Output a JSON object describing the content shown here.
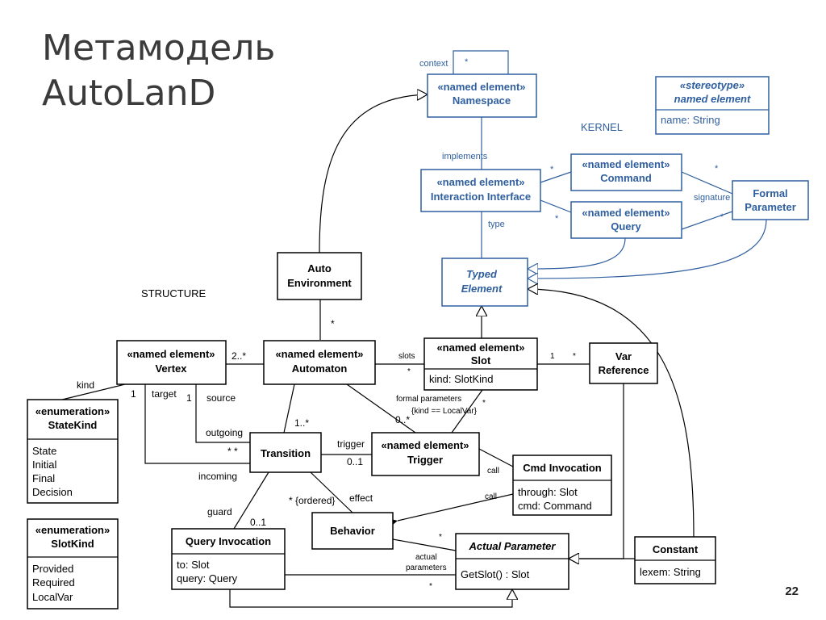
{
  "title_lines": [
    "Метамодель",
    "AutoLanD"
  ],
  "page_number": "22",
  "section_labels": {
    "kernel": "KERNEL",
    "structure": "STRUCTURE"
  },
  "stereotype_box": {
    "header_line1": "«stereotype»",
    "header_line2": "named element",
    "attribute": "name: String"
  },
  "classes": {
    "namespace": {
      "stereotype": "«named element»",
      "name": "Namespace"
    },
    "interaction_interface": {
      "stereotype": "«named element»",
      "name": "Interaction Interface"
    },
    "command": {
      "stereotype": "«named element»",
      "name": "Command"
    },
    "query": {
      "stereotype": "«named element»",
      "name": "Query"
    },
    "formal_parameter": {
      "line1": "Formal",
      "line2": "Parameter"
    },
    "typed_element": {
      "line1": "Typed",
      "line2": "Element"
    },
    "auto_environment": {
      "line1": "Auto",
      "line2": "Environment"
    },
    "vertex": {
      "stereotype": "«named element»",
      "name": "Vertex"
    },
    "automaton": {
      "stereotype": "«named element»",
      "name": "Automaton"
    },
    "slot": {
      "stereotype": "«named element»",
      "name": "Slot",
      "attribute": "kind: SlotKind"
    },
    "var_reference": {
      "line1": "Var",
      "line2": "Reference"
    },
    "state_kind": {
      "stereotype": "«enumeration»",
      "name": "StateKind",
      "literals": [
        "State",
        "Initial",
        "Final",
        "Decision"
      ]
    },
    "slot_kind": {
      "stereotype": "«enumeration»",
      "name": "SlotKind",
      "literals": [
        "Provided",
        "Required",
        "LocalVar"
      ]
    },
    "transition": {
      "name": "Transition"
    },
    "trigger": {
      "stereotype": "«named element»",
      "name": "Trigger"
    },
    "cmd_invocation": {
      "name": "Cmd Invocation",
      "attributes": [
        "through: Slot",
        "cmd: Command"
      ]
    },
    "behavior": {
      "name": "Behavior"
    },
    "query_invocation": {
      "name": "Query Invocation",
      "attributes": [
        "to: Slot",
        "query: Query"
      ]
    },
    "actual_parameter": {
      "name": "Actual Parameter",
      "operation": "GetSlot() : Slot"
    },
    "constant": {
      "name": "Constant",
      "attribute": "lexem: String"
    }
  },
  "association_labels": {
    "context": "context",
    "context_mult": "*",
    "implements": "implements",
    "type": "type",
    "signature": "signature",
    "cmd_mult": "*",
    "query_mult": "*",
    "fp_mult_top": "*",
    "fp_mult_bottom": "*",
    "env_mult": "*",
    "vertex_mult": "2..*",
    "slots": "slots",
    "slots_mult": "*",
    "var_one": "1",
    "var_star": "*",
    "kind": "kind",
    "target_one": "1",
    "target": "target",
    "source_one": "1",
    "source": "source",
    "formal_parameters": "formal parameters",
    "fp_slot_mult": "*",
    "constraint": "{kind == LocalVar}",
    "outgoing": "outgoing",
    "transition_mult": "1..*",
    "trigger_mult": "0..*",
    "trigger": "trigger",
    "trigger_opt": "0..1",
    "incoming_mult": "* *",
    "incoming": "incoming",
    "call_cmd": "call",
    "call_behavior": "call",
    "ordered": "* {ordered}",
    "effect": "effect",
    "guard": "guard",
    "guard_opt": "0..1",
    "behavior_mult": "*",
    "actual_parameters_line1": "actual",
    "actual_parameters_line2": "parameters",
    "qi_mult": "*"
  }
}
